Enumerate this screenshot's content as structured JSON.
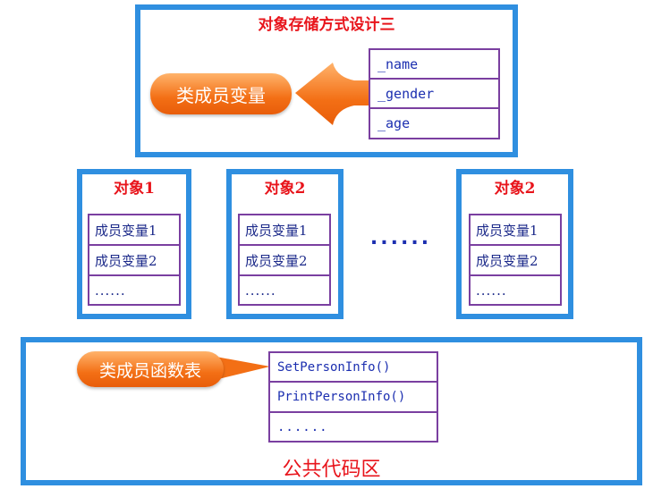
{
  "top": {
    "title": "对象存储方式设计三",
    "bubble": "类成员变量",
    "fields": [
      "_name",
      "_gender",
      "_age"
    ]
  },
  "objects": [
    {
      "title": "对象1",
      "rows": [
        "成员变量1",
        "成员变量2",
        "......"
      ]
    },
    {
      "title": "对象2",
      "rows": [
        "成员变量1",
        "成员变量2",
        "......"
      ]
    },
    {
      "title": "对象2",
      "rows": [
        "成员变量1",
        "成员变量2",
        "......"
      ]
    }
  ],
  "between_dots": "......",
  "bottom": {
    "bubble": "类成员函数表",
    "functions": [
      "SetPersonInfo()",
      "PrintPersonInfo()",
      "......"
    ],
    "label": "公共代码区"
  },
  "colors": {
    "box_border": "#2f8fe0",
    "title_red": "#e8141b",
    "table_border": "#7a3fa0",
    "text_blue": "#1c2fb0",
    "bubble_orange": "#f36f15"
  }
}
